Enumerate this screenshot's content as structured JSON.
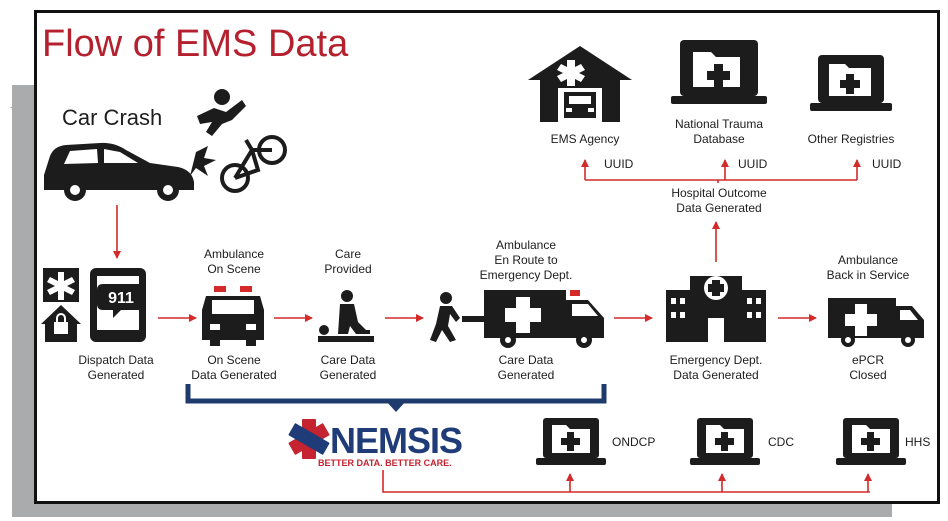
{
  "title": "Flow of EMS Data",
  "start_event": "Car Crash",
  "dispatch": {
    "line1": "Dispatch Data",
    "line2": "Generated",
    "phone_text": "911"
  },
  "on_scene": {
    "top1": "Ambulance",
    "top2": "On Scene",
    "bottom1": "On Scene",
    "bottom2": "Data Generated"
  },
  "care_provided": {
    "top1": "Care",
    "top2": "Provided",
    "bottom1": "Care Data",
    "bottom2": "Generated"
  },
  "en_route": {
    "top1": "Ambulance",
    "top2": "En Route to",
    "top3": "Emergency Dept.",
    "bottom1": "Care Data",
    "bottom2": "Generated"
  },
  "emergency_dept": {
    "bottom1": "Emergency Dept.",
    "bottom2": "Data Generated"
  },
  "back_in_service": {
    "top1": "Ambulance",
    "top2": "Back in Service",
    "bottom1": "ePCR",
    "bottom2": "Closed"
  },
  "hospital_outcome": {
    "line1": "Hospital Outcome",
    "line2": "Data Generated"
  },
  "destinations_top": [
    {
      "line1": "EMS Agency",
      "line2": "",
      "uuid": "UUID"
    },
    {
      "line1": "National Trauma",
      "line2": "Database",
      "uuid": "UUID"
    },
    {
      "line1": "Other Registries",
      "line2": "",
      "uuid": "UUID"
    }
  ],
  "destinations_bottom": [
    "ONDCP",
    "CDC",
    "HHS"
  ],
  "nemsis": {
    "name": "NEMSIS",
    "tagline": "BETTER DATA. BETTER CARE."
  },
  "colors": {
    "title_red": "#b5202e",
    "arrow_red": "#d42a2a",
    "bracket_navy": "#1f3b6e",
    "nemsis_blue": "#1f3b78"
  }
}
